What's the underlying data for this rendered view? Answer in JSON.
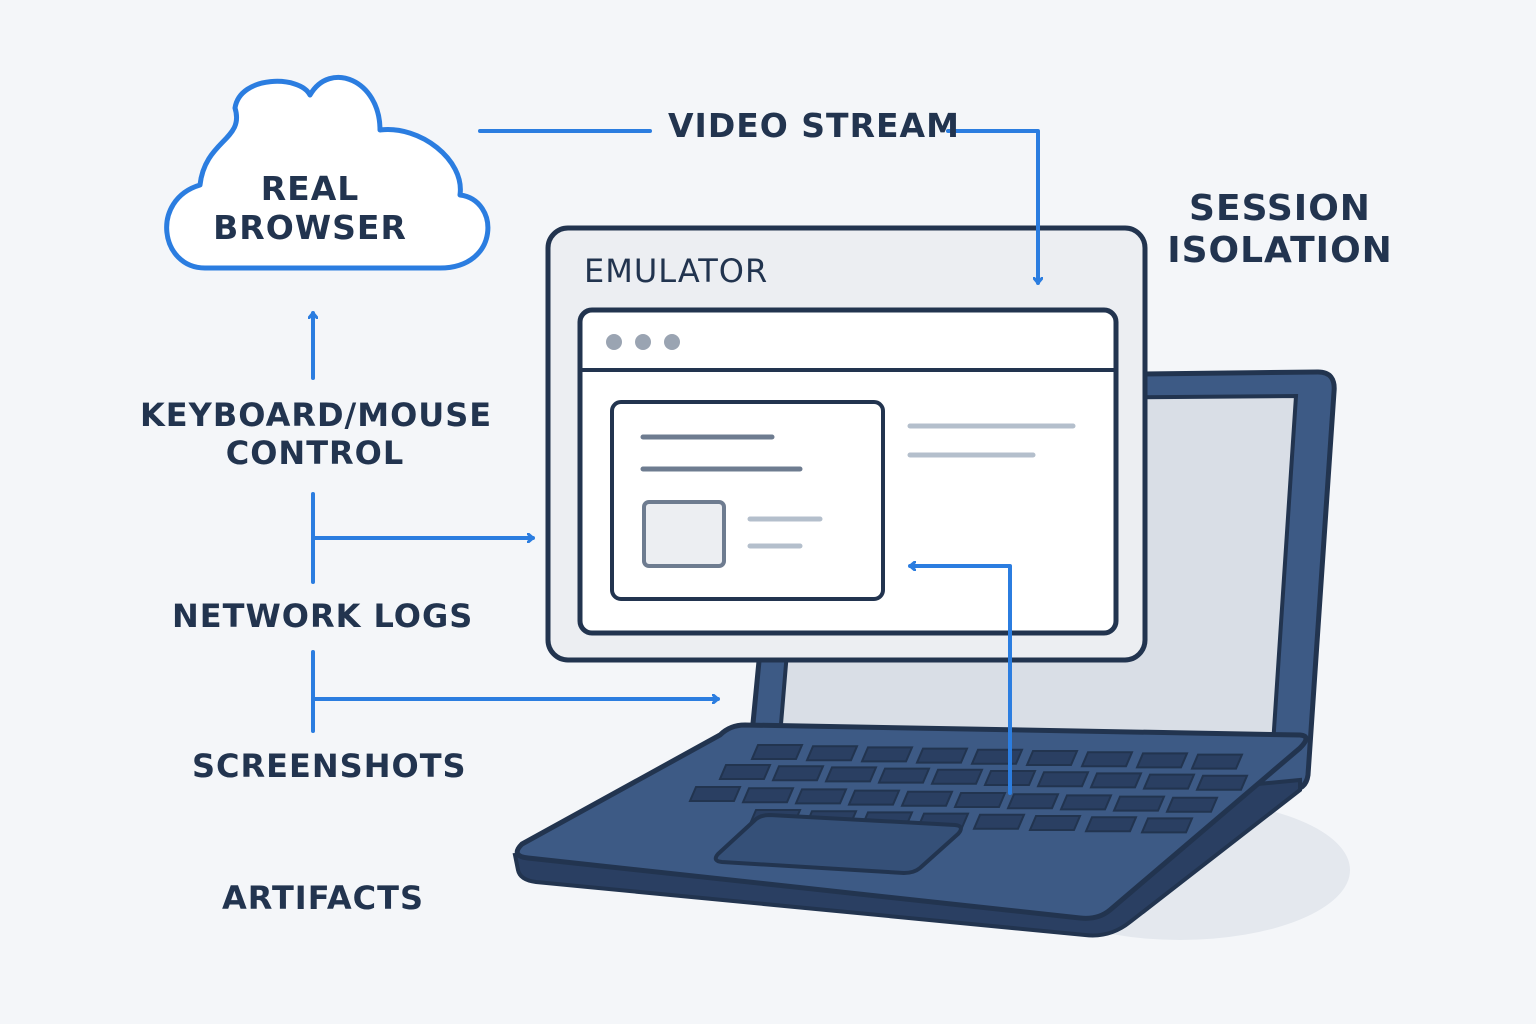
{
  "labels": {
    "real_browser_line1": "REAL",
    "real_browser_line2": "BROWSER",
    "video_stream": "VIDEO STREAM",
    "session_isolation_line1": "SESSION",
    "session_isolation_line2": "ISOLATION",
    "emulator": "EMULATOR",
    "keyboard_mouse_line1": "KEYBOARD/MOUSE",
    "keyboard_mouse_line2": "CONTROL",
    "network_logs": "NETWORK LOGS",
    "screenshots": "SCREENSHOTS",
    "artifacts": "ARTIFACTS"
  },
  "icons": {
    "cloud": "cloud-icon",
    "laptop": "laptop-icon",
    "emulator_window": "browser-window-icon",
    "arrow": "arrow-icon"
  },
  "colors": {
    "background": "#f4f6f9",
    "arrow_blue": "#2b7de0",
    "outline_navy": "#22344f",
    "laptop_body": "#3d5a85",
    "laptop_dark": "#2a3f62",
    "screen_gray": "#d9dee6",
    "window_fill": "#eceef2",
    "text": "#22344f"
  }
}
